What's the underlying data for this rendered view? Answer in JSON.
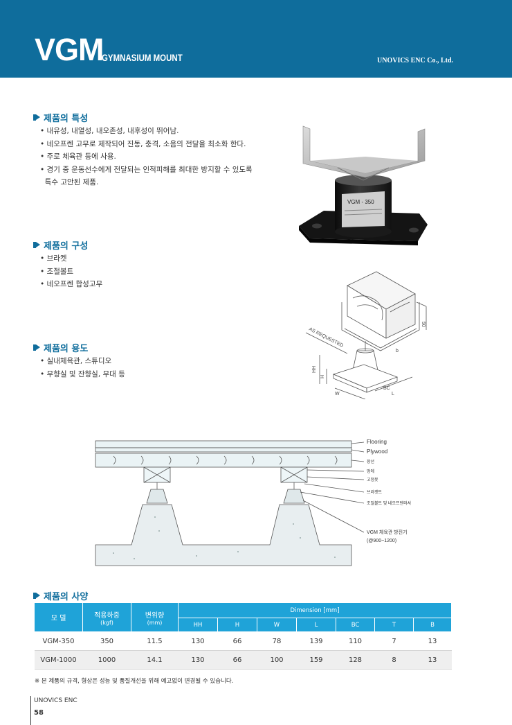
{
  "header": {
    "title": "VGM",
    "subtitle": "GYMNASIUM MOUNT",
    "company": "UNOVICS ENC Co., Ltd."
  },
  "sections": {
    "features": {
      "title": "제품의 특성",
      "items": [
        "• 내유성, 내열성, 내오존성, 내후성이 뛰어남.",
        "• 네오프렌 고무로 제작되어 진동, 충격, 소음의 전달을 최소화 한다.",
        "• 주로 체육관 등에 사용.",
        "• 경기 중 운동선수에게 전달되는 인적피해를 최대한 방지할 수 있도록",
        "  특수 고안된 제품."
      ]
    },
    "composition": {
      "title": "제품의 구성",
      "items": [
        "• 브라켓",
        "• 조절볼트",
        "• 네오프렌 합성고무"
      ]
    },
    "usage": {
      "title": "제품의 용도",
      "items": [
        "• 실내체육관, 스튜디오",
        "• 무향실 및 잔향실, 무대 등"
      ]
    },
    "spec": {
      "title": "제품의 사양"
    }
  },
  "product_photo": {
    "label": "VGM - 350"
  },
  "dimension_drawing": {
    "labels": [
      "AS REQUESTED",
      "50",
      "HH",
      "H",
      "W",
      "BC",
      "L",
      "b"
    ]
  },
  "section_drawing": {
    "labels": [
      "Flooring",
      "Plywood",
      "장선",
      "멍에",
      "고정못",
      "브라켓트",
      "조절볼트 및 네오프렌와셔",
      "VGM 체육관 방진기",
      "(@900~1200)"
    ]
  },
  "spec_table": {
    "header": {
      "model": "모 델",
      "load": "적용하중",
      "load_unit": "(kgf)",
      "deflection": "변위량",
      "deflection_unit": "(mm)",
      "dimension": "Dimension [mm]",
      "dim_cols": [
        "HH",
        "H",
        "W",
        "L",
        "BC",
        "T",
        "B"
      ]
    },
    "rows": [
      {
        "model": "VGM-350",
        "load": "350",
        "deflection": "11.5",
        "dims": [
          "130",
          "66",
          "78",
          "139",
          "110",
          "7",
          "13"
        ]
      },
      {
        "model": "VGM-1000",
        "load": "1000",
        "deflection": "14.1",
        "dims": [
          "130",
          "66",
          "100",
          "159",
          "128",
          "8",
          "13"
        ]
      }
    ]
  },
  "note": "※ 본 제품의 규격, 형상은 성능 및 품질개선을 위해 예고없이 변경될 수 있습니다.",
  "footer": {
    "company": "UNOVICS ENC",
    "page": "58"
  },
  "colors": {
    "header_bg": "#0f6d9c",
    "accent": "#0f6d9c",
    "table_header": "#1fa3d8",
    "table_row_alt": "#efefef"
  }
}
